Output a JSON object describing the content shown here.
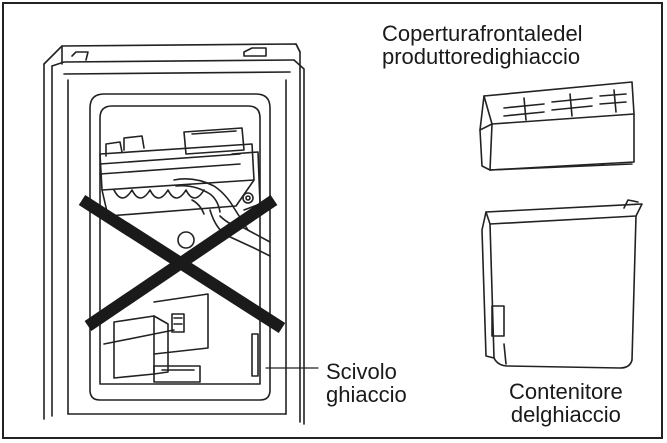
{
  "labels": {
    "cover_line1": "Coperturafrontaledel",
    "cover_line2": "produttoredighiaccio",
    "chute_line1": "Scivolo",
    "chute_line2": "ghiaccio",
    "bin_line1": "Contenitore",
    "bin_line2": "delghiaccio"
  },
  "colors": {
    "line": "#222222",
    "cross": "#1a1a1a"
  },
  "icons": {
    "cross_mark": "prohibited-x-icon"
  }
}
